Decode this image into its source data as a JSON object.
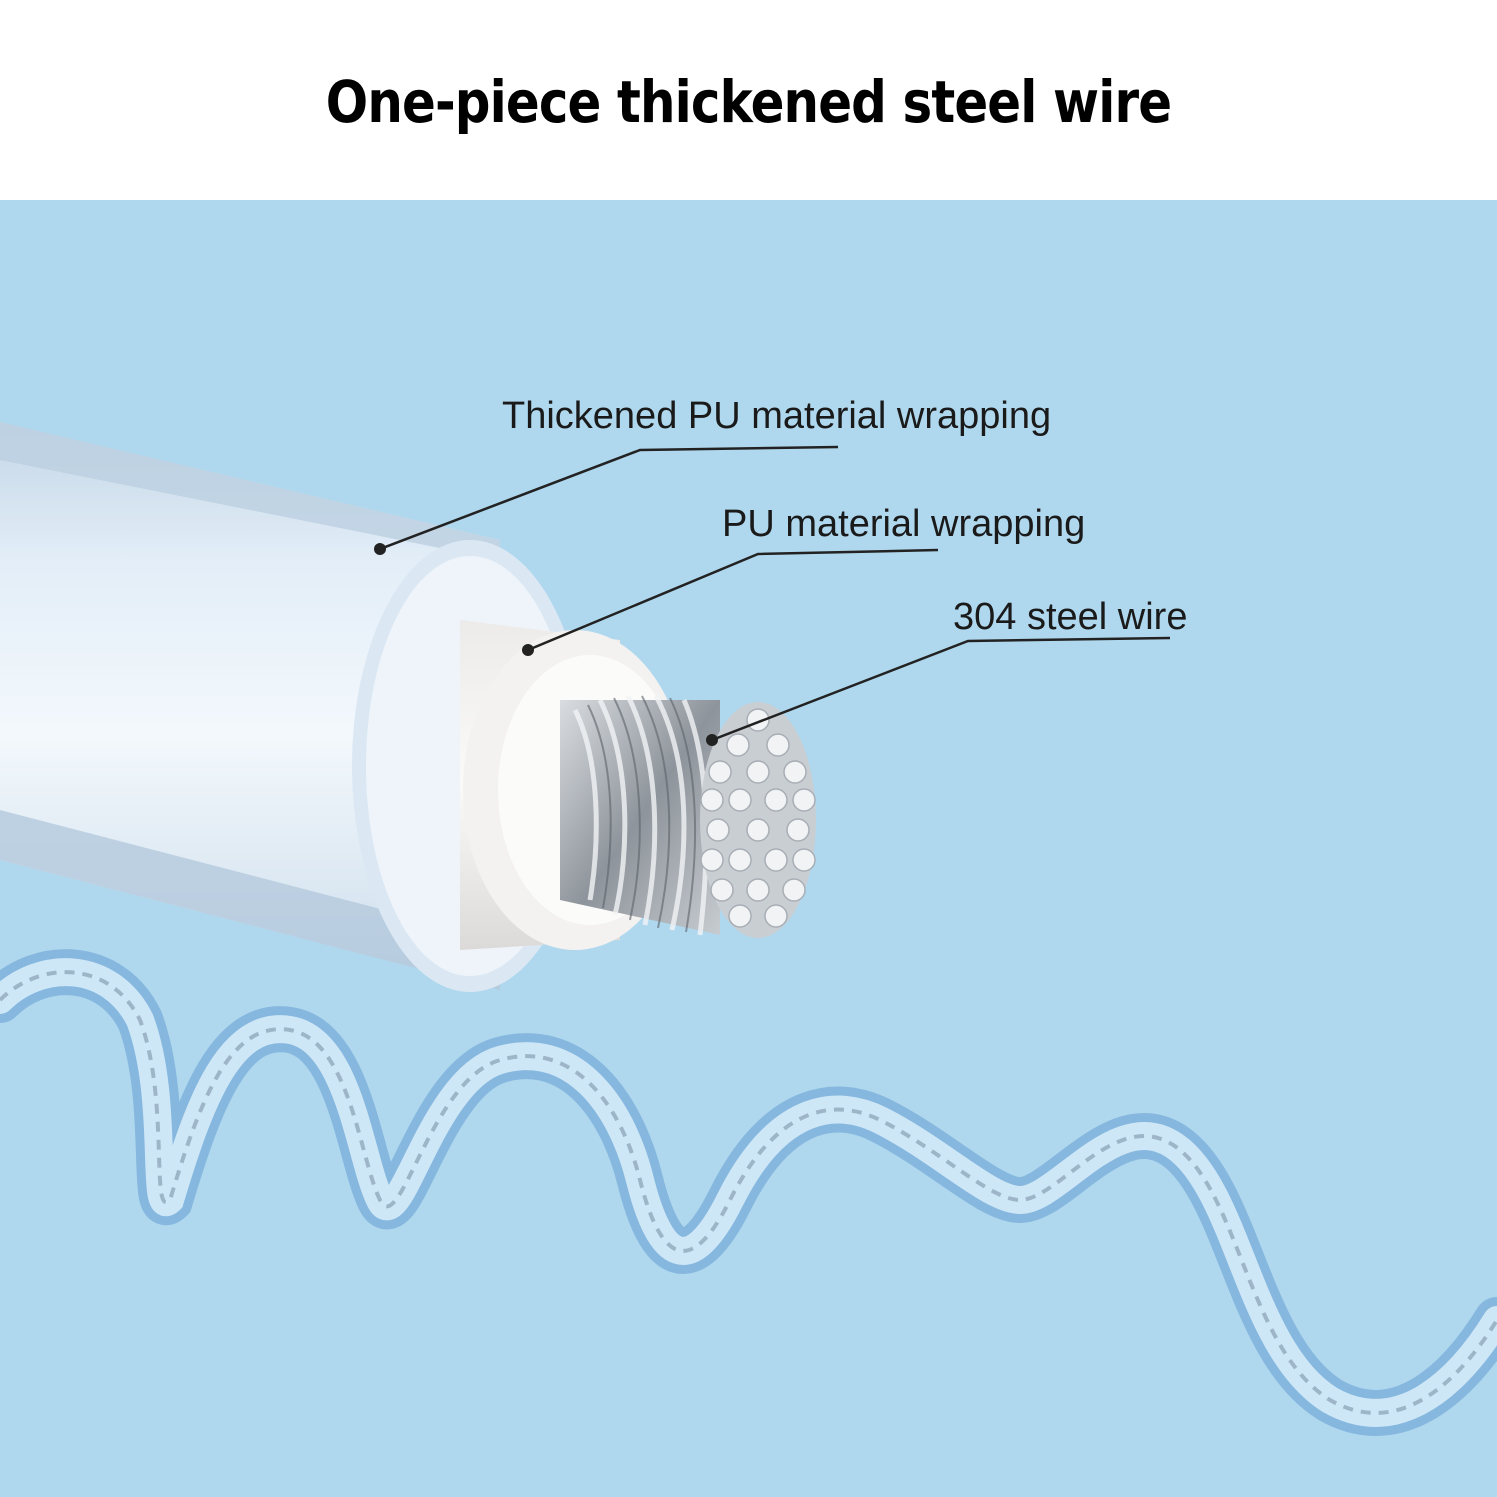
{
  "title": "One-piece thickened steel wire",
  "labels": {
    "outer_layer": "Thickened PU material wrapping",
    "inner_layer": "PU material wrapping",
    "core": "304 steel wire"
  },
  "colors": {
    "background": "#afd8ee",
    "title": "#000000",
    "label_text": "#1a1a1a",
    "leader_line": "#222222"
  }
}
